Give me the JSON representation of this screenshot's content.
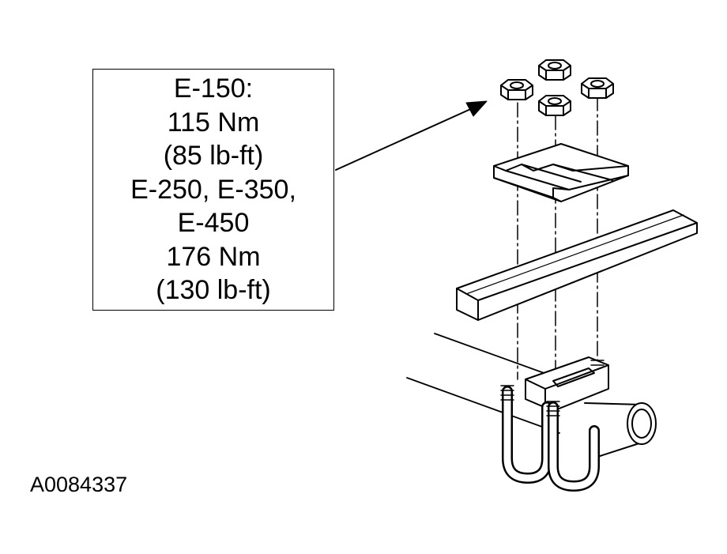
{
  "callout": {
    "lines": [
      "E-150:",
      "115 Nm",
      "(85 lb-ft)",
      "E-250, E-350,",
      "E-450",
      "176 Nm",
      "(130 lb-ft)"
    ]
  },
  "figure_id": "A0084337",
  "colors": {
    "ink": "#000000",
    "paper": "#ffffff"
  }
}
